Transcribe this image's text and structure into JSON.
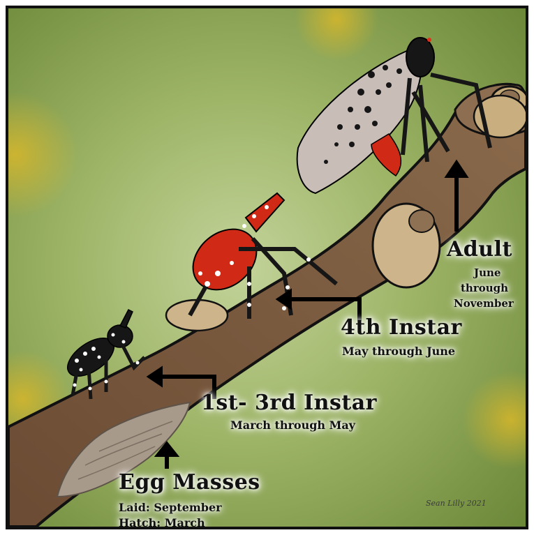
{
  "stages": {
    "egg": {
      "title": "Egg Masses",
      "laid_label": "Laid:",
      "laid_value": "September",
      "hatch_label": "Hatch:",
      "hatch_value": "March"
    },
    "instar13": {
      "title": "1st- 3rd Instar",
      "period": "March through May"
    },
    "instar4": {
      "title": "4th Instar",
      "period": "May through June"
    },
    "adult": {
      "title": "Adult",
      "period_line1": "June",
      "period_line2": "through",
      "period_line3": "November"
    }
  },
  "signature": "Sean Lilly 2021",
  "colors": {
    "background_light": "#b7c98d",
    "background_dark": "#6f8a3c",
    "branch": "#7a5a3e",
    "scar": "#cdb48a",
    "adult_wing": "#c9bdb8",
    "nymph4_red": "#d02a17",
    "nymph_black": "#161616",
    "egg_mass": "#a89a8a",
    "text": "#111111"
  }
}
